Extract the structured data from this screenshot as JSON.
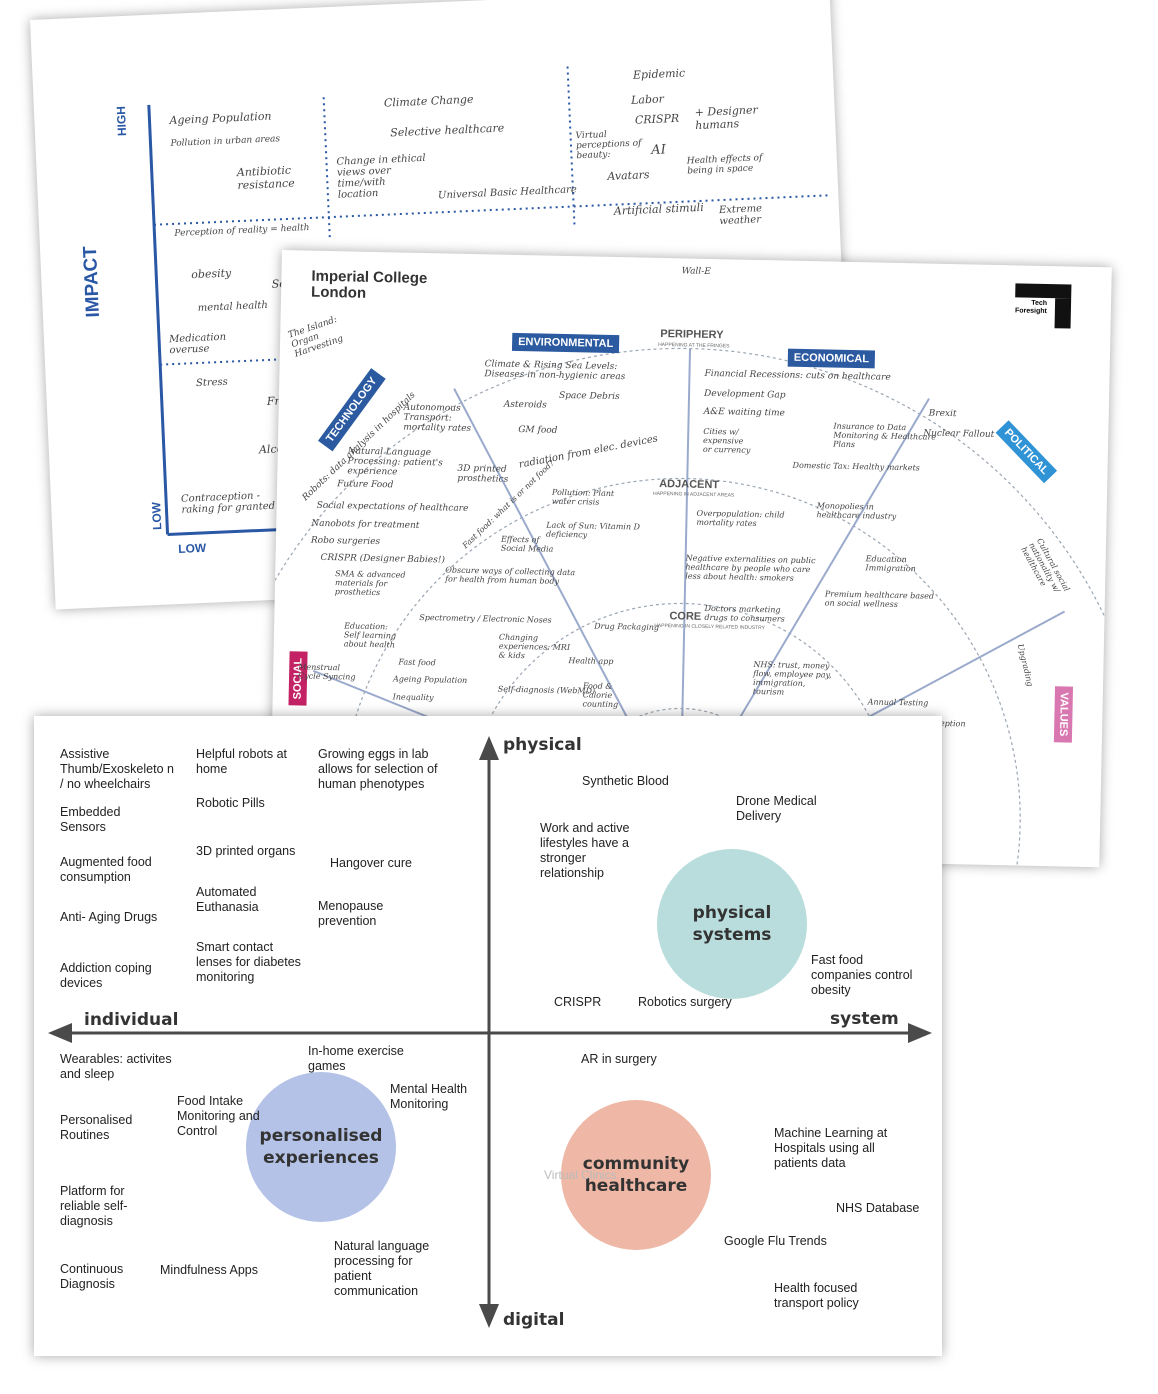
{
  "impact_sheet": {
    "y_axis": "IMPACT",
    "y_high": "HIGH",
    "y_low": "LOW",
    "x_low": "LOW",
    "notes": [
      "Ageing Population",
      "Pollution in urban areas",
      "Antibiotic resistance",
      "Climate Change",
      "Selective healthcare",
      "Change in ethical views over time/with location",
      "Universal Basic Healthcare",
      "Epidemic",
      "Labor",
      "CRISPR",
      "+ Designer humans",
      "Virtual perceptions of beauty:",
      "AI",
      "Avatars",
      "Health effects of being in space",
      "Perception of reality = health",
      "Artificial stimuli",
      "Extreme weather",
      "obesity",
      "Self-",
      "mental health",
      "Medication overuse",
      "Stress",
      "Fresh",
      "Alcohol",
      "Contraception - raking for granted"
    ]
  },
  "foresight_sheet": {
    "institution": "Imperial College London",
    "logo_text": "Tech Foresight",
    "top_note": "Wall-E",
    "rings": {
      "periphery": "PERIPHERY",
      "periphery_sub": "HAPPENING AT THE FRINGES",
      "adjacent": "ADJACENT",
      "adjacent_sub": "HAPPENING IN ADJACENT AREAS",
      "core": "CORE",
      "core_sub": "HAPPENING IN CLOSELY RELATED INDUSTRY"
    },
    "categories": {
      "environmental": "ENVIRONMENTAL",
      "economical": "ECONOMICAL",
      "technology": "TECHNOLOGY",
      "political": "POLITICAL",
      "social": "SOCIAL",
      "values": "VALUES"
    },
    "notes": [
      "The Island: Organ Harvesting",
      "Robots: data analysis in hospitals",
      "Autonomous Transport: mortality rates",
      "Natural Language Processing: patient's experience",
      "Future Food",
      "3D printed prosthetics",
      "Social expectations of healthcare",
      "Nanobots for treatment",
      "Robo surgeries",
      "CRISPR (Designer Babies!)",
      "SMA & advanced materials for prosthetics",
      "Climate & Rising Sea Levels: Diseases in non-hygienic areas",
      "Asteroids",
      "Space Debris",
      "GM food",
      "radiation from elec. devices",
      "Fast food: what is or not food?",
      "Pollution: Plant water crisis",
      "Lack of Sun: Vitamin D deficiency",
      "Effects of Social Media",
      "Obscure ways of collecting data for health from human body",
      "Spectrometry / Electronic Noses",
      "Changing experiences: MRI & kids",
      "Drug Packaging",
      "Health app",
      "Self-diagnosis (WebMD)",
      "Food & Calorie counting",
      "Education: Self learning about health",
      "Menstrual Cycle Syncing",
      "Fast food",
      "Ageing Population",
      "Inequality",
      "Financial Recessions: cuts on healthcare",
      "Development Gap",
      "A&E waiting time",
      "Cities w/ expensive or currency",
      "Overpopulation: child mortality rates",
      "Negative externalities on public healthcare by people who care less about health: smokers",
      "Doctors marketing drugs to consumers",
      "NHS: trust, money flow, employee pay, immigration, tourism",
      "Insurance to Data Monitoring & Healthcare Plans",
      "Domestic Tax: Healthy markets",
      "Monopolies in healthcare industry",
      "Brexit",
      "Nuclear Fallout",
      "Education Immigration",
      "Premium healthcare based on social wellness",
      "Cultural social nationality w/ healthcare",
      "Annual Testing",
      "Abortion, Contraception",
      "Upgrading"
    ]
  },
  "quadrant": {
    "axes": {
      "top": "physical",
      "bottom": "digital",
      "left": "individual",
      "right": "system"
    },
    "clusters": {
      "physical_systems": "physical\nsystems",
      "personalised": "personalised\nexperiences",
      "community": "community\nhealthcare",
      "faded": "Virtual Clinics"
    },
    "items": {
      "i1": "Assistive Thumb/Exoskeleto n / no wheelchairs",
      "i2": "Helpful robots at home",
      "i3": "Growing eggs in lab allows for selection of human phenotypes",
      "i4": "Embedded Sensors",
      "i5": "Robotic Pills",
      "i6": "Augmented food consumption",
      "i7": "3D printed organs",
      "i8": "Hangover cure",
      "i9": "Automated Euthanasia",
      "i10": "Anti- Aging Drugs",
      "i11": "Menopause prevention",
      "i12": "Smart contact lenses for diabetes monitoring",
      "i13": "Addiction coping devices",
      "i14": "Synthetic Blood",
      "i15": "Drone Medical Delivery",
      "i16": "Work and active lifestyles have a stronger relationship",
      "i17": "Fast food companies control obesity",
      "i18": "CRISPR",
      "i19": "Robotics surgery",
      "i20": "Wearables: activites and sleep",
      "i21": "In-home exercise games",
      "i22": "Mental Health Monitoring",
      "i23": "Food Intake Monitoring and Control",
      "i24": "Personalised Routines",
      "i25": "Platform for reliable self-diagnosis",
      "i26": "Continuous Diagnosis",
      "i27": "Mindfulness Apps",
      "i28": "Natural language processing for patient communication",
      "i29": "AR in surgery",
      "i30": "Machine Learning at Hospitals using all patients data",
      "i31": "NHS Database",
      "i32": "Google Flu Trends",
      "i33": "Health focused transport policy"
    },
    "colors": {
      "physical_systems": "#b9dcdc",
      "personalised": "#b3c2e6",
      "community": "#eeb7a6"
    }
  }
}
